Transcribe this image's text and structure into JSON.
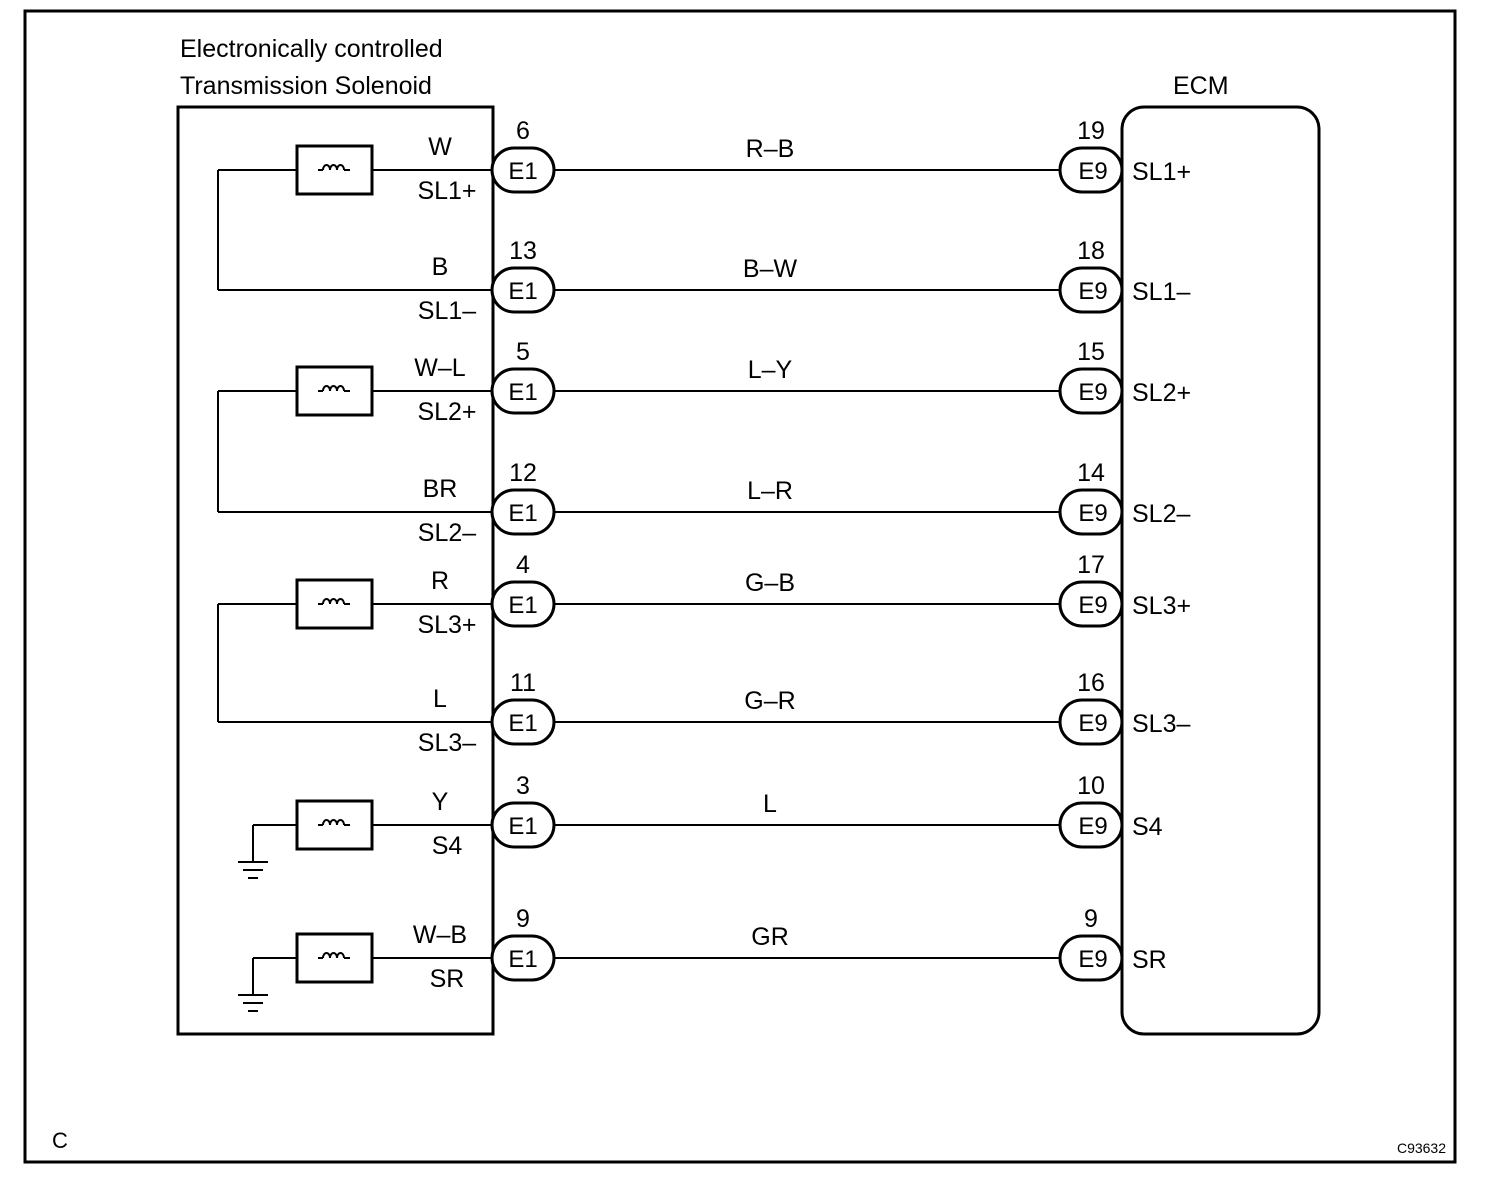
{
  "solenoid_title_line1": "Electronically controlled",
  "solenoid_title_line2": "Transmission Solenoid",
  "ecm_title": "ECM",
  "corner_letter": "C",
  "figure_code": "C93632",
  "left_connector": "E1",
  "right_connector": "E9",
  "circuits": [
    {
      "wire_color": "W",
      "signal": "SL1+",
      "pin_left": "6",
      "harness": "R–B",
      "pin_right": "19",
      "ecm_signal": "SL1+"
    },
    {
      "wire_color": "B",
      "signal": "SL1–",
      "pin_left": "13",
      "harness": "B–W",
      "pin_right": "18",
      "ecm_signal": "SL1–"
    },
    {
      "wire_color": "W–L",
      "signal": "SL2+",
      "pin_left": "5",
      "harness": "L–Y",
      "pin_right": "15",
      "ecm_signal": "SL2+"
    },
    {
      "wire_color": "BR",
      "signal": "SL2–",
      "pin_left": "12",
      "harness": "L–R",
      "pin_right": "14",
      "ecm_signal": "SL2–"
    },
    {
      "wire_color": "R",
      "signal": "SL3+",
      "pin_left": "4",
      "harness": "G–B",
      "pin_right": "17",
      "ecm_signal": "SL3+"
    },
    {
      "wire_color": "L",
      "signal": "SL3–",
      "pin_left": "11",
      "harness": "G–R",
      "pin_right": "16",
      "ecm_signal": "SL3–"
    },
    {
      "wire_color": "Y",
      "signal": "S4",
      "pin_left": "3",
      "harness": "L",
      "pin_right": "10",
      "ecm_signal": "S4"
    },
    {
      "wire_color": "W–B",
      "signal": "SR",
      "pin_left": "9",
      "harness": "GR",
      "pin_right": "9",
      "ecm_signal": "SR"
    }
  ]
}
